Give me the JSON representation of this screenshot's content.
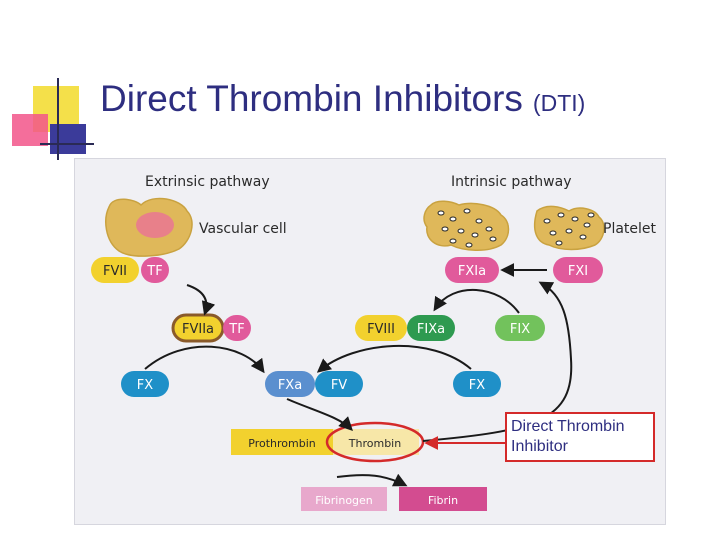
{
  "slide": {
    "title": "Direct Thrombin Inhibitors",
    "title_suffix": "(DTI)"
  },
  "diagram": {
    "extrinsic_label": "Extrinsic pathway",
    "intrinsic_label": "Intrinsic pathway",
    "vascular_cell_label": "Vascular cell",
    "platelet_label": "Platelet",
    "factors": {
      "fvii": "FVII",
      "tf": "TF",
      "fviia": "FVIIa",
      "tf_complex": "TF",
      "fxia": "FXIa",
      "fxi": "FXI",
      "fviii": "FVIII",
      "fixa": "FIXa",
      "fix": "FIX",
      "fx_left": "FX",
      "fxa": "FXa",
      "fv": "FV",
      "fx_right": "FX",
      "prothrombin": "Prothrombin",
      "thrombin": "Thrombin",
      "fibrinogen": "Fibrinogen",
      "fibrin": "Fibrin"
    },
    "colors": {
      "yellow": "#f2d12e",
      "pink": "#e15a9b",
      "blue": "#1f90c8",
      "steel_blue": "#5a8fcf",
      "dark_green": "#2e9a50",
      "light_green": "#72c25c",
      "cell": "#dfb85a",
      "nucleus": "#e8808a",
      "fibrinogen": "#e8a8cc",
      "fibrin": "#d34c90",
      "highlight": "#d42a2a",
      "title": "#2e2e80"
    }
  },
  "callout": {
    "line1": "Direct Thrombin",
    "line2": "Inhibitor"
  }
}
